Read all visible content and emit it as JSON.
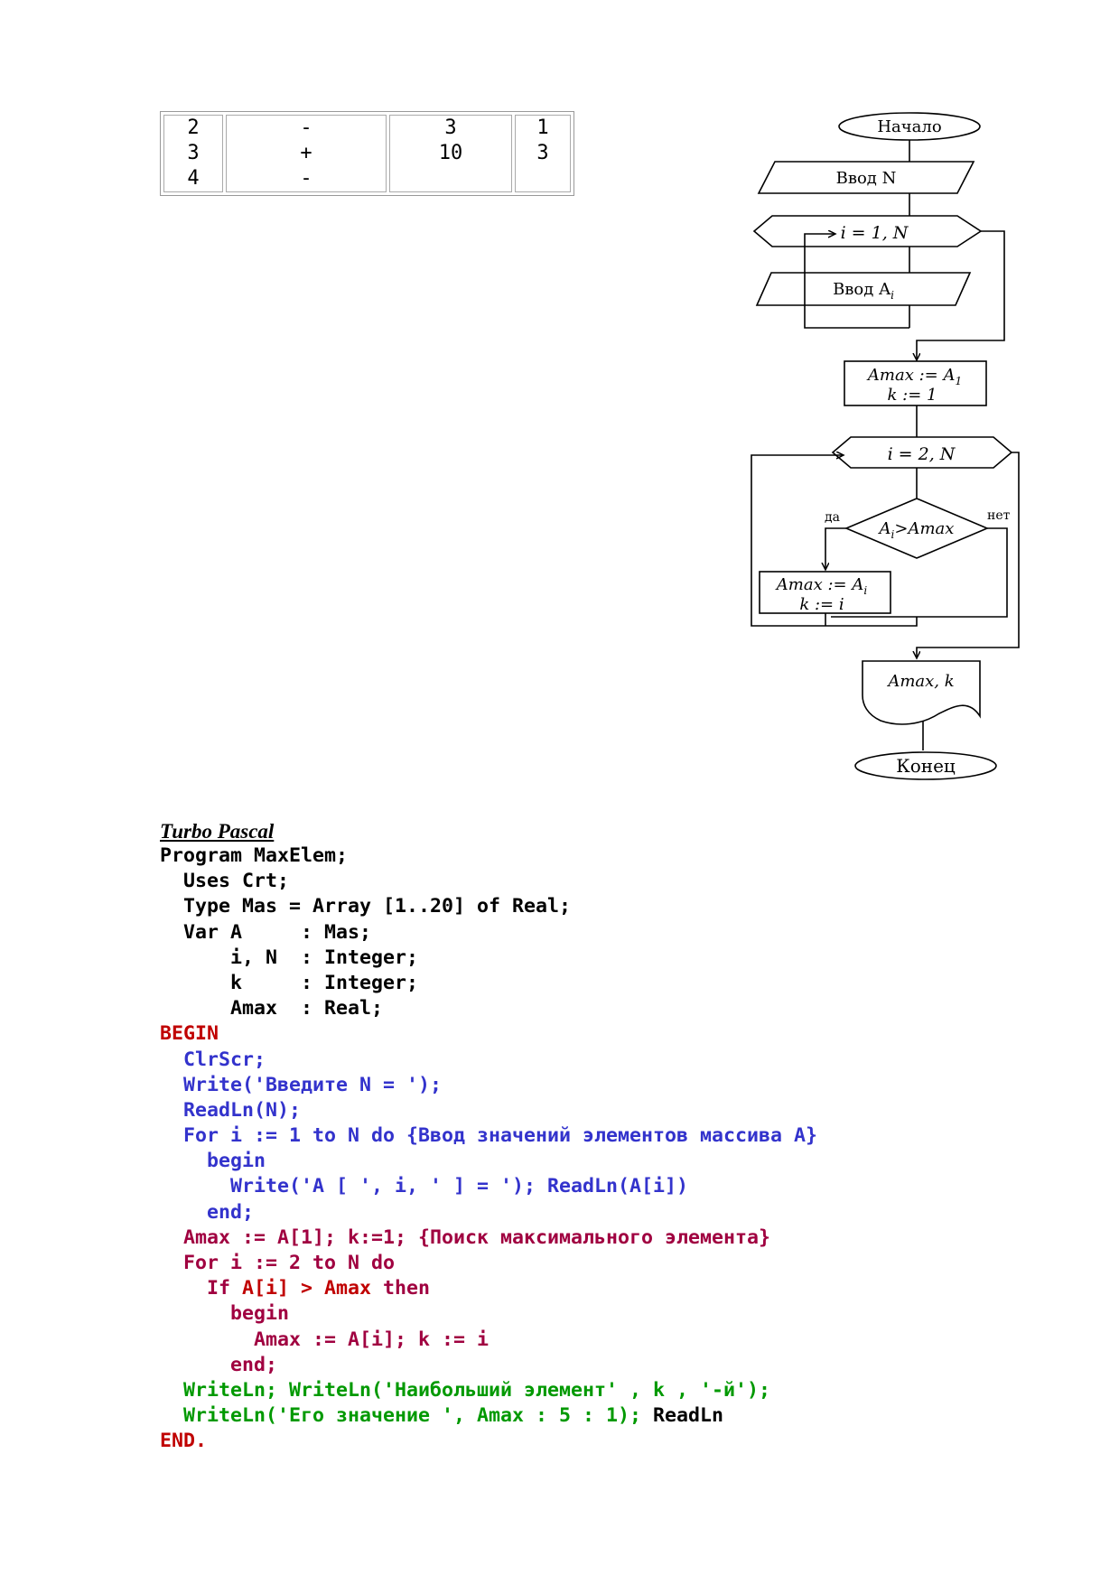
{
  "table": {
    "col1": [
      "2",
      "3",
      "4"
    ],
    "col2": [
      "-",
      "+",
      "-"
    ],
    "col3": [
      "3",
      "10"
    ],
    "col4": [
      "1",
      "3"
    ]
  },
  "flowchart": {
    "start": "Начало",
    "input_n": "Ввод N",
    "loop1": "i = 1, N",
    "input_a": "Ввод A",
    "input_a_sub": "i",
    "init_1": "Amax := A",
    "init_1_sub": "1",
    "init_2": "k := 1",
    "loop2": "i = 2, N",
    "cond_a": "A",
    "cond_sub": "i",
    "cond_rest": ">Amax",
    "yes": "да",
    "no": "нет",
    "assign_1": "Amax := A",
    "assign_1_sub": "i",
    "assign_2": "k := i",
    "output": "Amax, k",
    "end": "Конец"
  },
  "code": {
    "title": "Turbo Pascal",
    "lines": [
      [
        {
          "t": "Program MaxElem;",
          "c": "black"
        }
      ],
      [
        {
          "t": "  Uses Crt;",
          "c": "black"
        }
      ],
      [
        {
          "t": "  Type Mas = Array [1..20] of Real;",
          "c": "black"
        }
      ],
      [
        {
          "t": "  Var A     : Mas;",
          "c": "black"
        }
      ],
      [
        {
          "t": "      i, N  : Integer;",
          "c": "black"
        }
      ],
      [
        {
          "t": "      k     : Integer;",
          "c": "black"
        }
      ],
      [
        {
          "t": "      Amax  : Real;",
          "c": "black"
        }
      ],
      [
        {
          "t": "BEGIN",
          "c": "red"
        }
      ],
      [
        {
          "t": "  ClrScr;",
          "c": "blue"
        }
      ],
      [
        {
          "t": "  Write('Введите N = ');",
          "c": "blue"
        }
      ],
      [
        {
          "t": "  ReadLn(N);",
          "c": "blue"
        }
      ],
      [
        {
          "t": "  For i := 1 to N do {Ввод значений элементов массива A}",
          "c": "blue"
        }
      ],
      [
        {
          "t": "    begin",
          "c": "blue"
        }
      ],
      [
        {
          "t": "      Write('A [ ', i, ' ] = '); ReadLn(A[i])",
          "c": "blue"
        }
      ],
      [
        {
          "t": "    end;",
          "c": "blue"
        }
      ],
      [
        {
          "t": "  Amax := A[1]; k:=1; {Поиск максимального элемента}",
          "c": "darkred"
        }
      ],
      [
        {
          "t": "  For i := 2 to N do",
          "c": "darkred"
        }
      ],
      [
        {
          "t": "    If ",
          "c": "darkred"
        },
        {
          "t": "A[i] > Amax",
          "c": "red"
        },
        {
          "t": " then",
          "c": "darkred"
        }
      ],
      [
        {
          "t": "      begin",
          "c": "darkred"
        }
      ],
      [
        {
          "t": "        Amax := A[i]; k := i",
          "c": "darkred"
        }
      ],
      [
        {
          "t": "      end;",
          "c": "darkred"
        }
      ],
      [
        {
          "t": "  WriteLn; WriteLn('Наибольший элемент' , k , '-й');",
          "c": "green"
        }
      ],
      [
        {
          "t": "  WriteLn('Его значение ', Amax : 5 : 1); ",
          "c": "green"
        },
        {
          "t": "ReadLn",
          "c": "black"
        }
      ],
      [
        {
          "t": "END.",
          "c": "red"
        }
      ]
    ]
  }
}
